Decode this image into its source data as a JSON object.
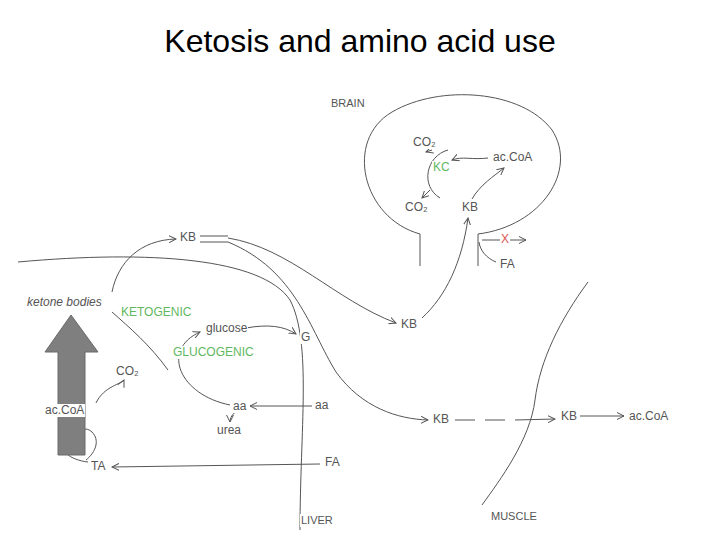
{
  "diagram": {
    "title": "Ketosis and amino acid use",
    "labels": [
      "BRAIN",
      "CO₂",
      "KC",
      "ac.CoA",
      "CO₂",
      "KB",
      "X",
      "FA",
      "KB",
      "ketone bodies",
      "KETOGENIC",
      "glucose",
      "G",
      "GLUCOGENIC",
      "KB",
      "CO₂",
      "aa",
      "aa",
      "ac.CoA",
      "urea",
      "KB",
      "KB",
      "ac.CoA",
      "TA",
      "FA",
      "LIVER",
      "MUSCLE"
    ]
  }
}
